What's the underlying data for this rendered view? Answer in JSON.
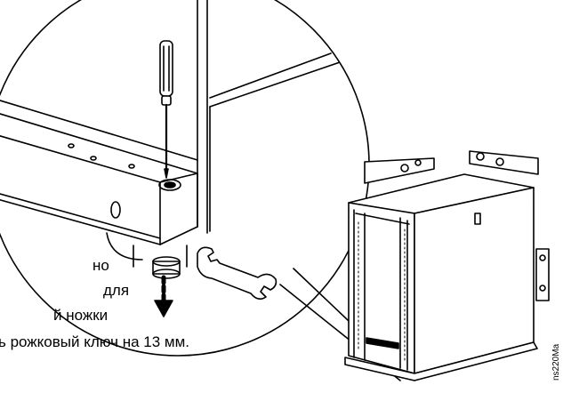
{
  "instructions": {
    "line1": "но",
    "line2": "для",
    "line3": "й   ножки",
    "line4": "ь рожковый ключ на 13 мм."
  },
  "figure_code": "ns220Ma",
  "icons": {
    "screwdriver": "screwdriver-icon",
    "wrench": "open-end-wrench-icon",
    "arrow": "arrow-down-icon",
    "rack": "rack-enclosure-icon"
  }
}
